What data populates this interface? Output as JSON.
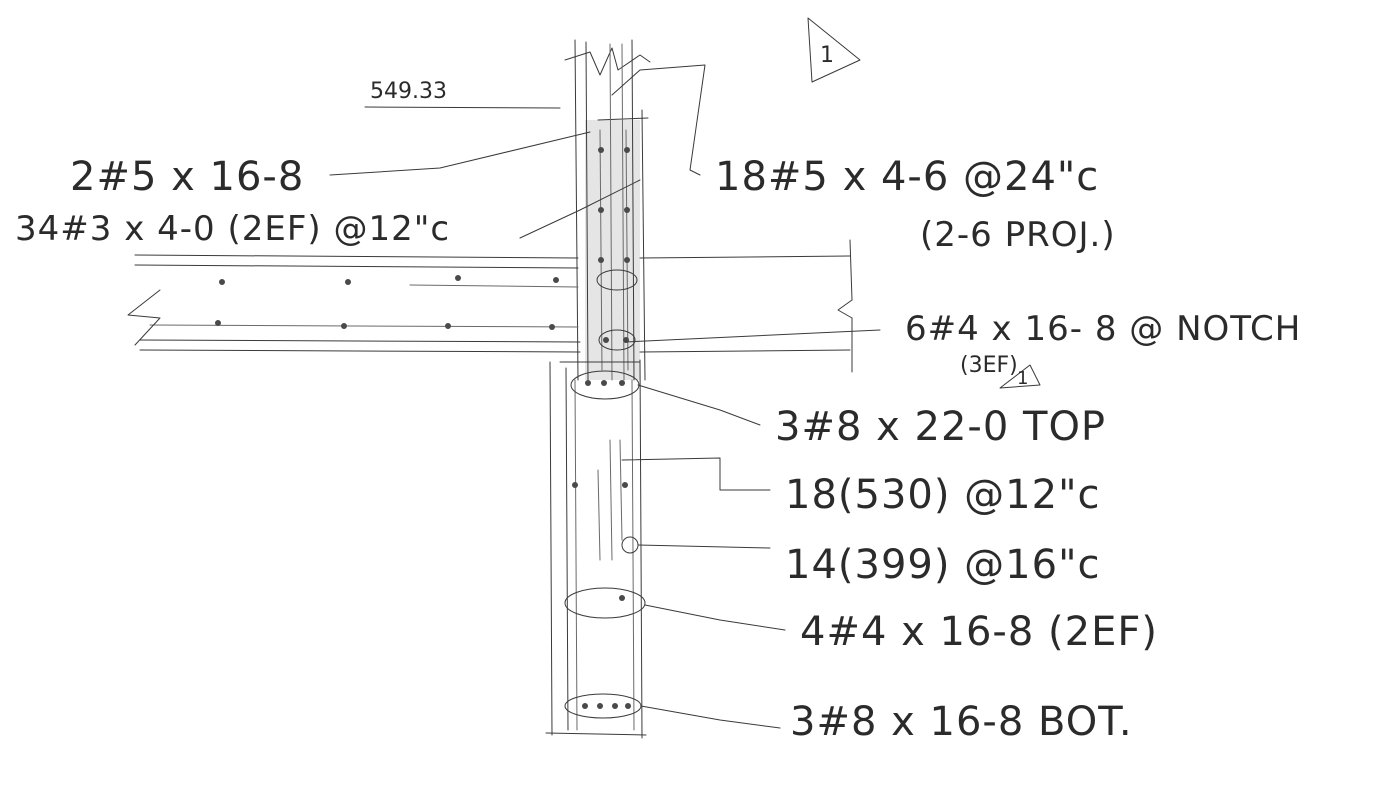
{
  "labels": {
    "elevation": "549.33",
    "revision_mark": "1",
    "revision_mark_2": "1",
    "dowel_bars": "2#5 x 16-8",
    "ties_bars": "34#3 x 4-0 (2EF) @12\"c",
    "vertical_bars": "18#5 x 4-6 @24\"c",
    "projection": "(2-6 PROJ.)",
    "notch_bars": "6#4 x 16- 8 @ NOTCH",
    "notch_ef": "(3EF)",
    "top_bars": "3#8 x 22-0 TOP",
    "stirrups_530": "18(530) @12\"c",
    "stirrups_399": "14(399) @16\"c",
    "side_bars": "4#4 x 16-8 (2EF)",
    "bottom_bars": "3#8 x 16-8 BOT."
  }
}
